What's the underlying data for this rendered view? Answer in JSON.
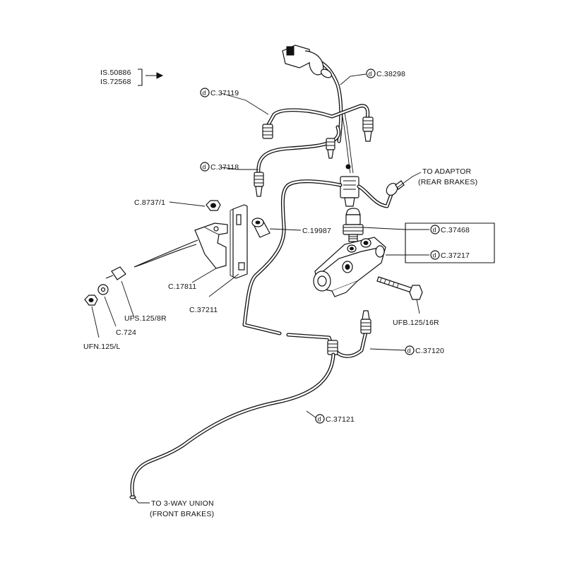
{
  "serial_ref": {
    "line1": "IS.50886",
    "line2": "IS.72568"
  },
  "d_symbol": "d",
  "callouts": {
    "c38298": "C.38298",
    "c37119": "C.37119",
    "c37118": "C.37118",
    "to_adaptor_line1": "TO ADAPTOR",
    "to_adaptor_line2": "(REAR BRAKES)",
    "c8737": "C.8737/1",
    "c19987": "C.19987",
    "c37468": "C.37468",
    "c37217": "C.37217",
    "c17811": "C.17811",
    "c37211": "C.37211",
    "ufs125": "UFS.125/8R",
    "c724": "C.724",
    "ufn125": "UFN.125/L",
    "ufb125": "UFB.125/16R",
    "c37120": "C.37120",
    "c37121": "C.37121",
    "front_line1": "TO 3-WAY UNION",
    "front_line2": "(FRONT BRAKES)"
  }
}
